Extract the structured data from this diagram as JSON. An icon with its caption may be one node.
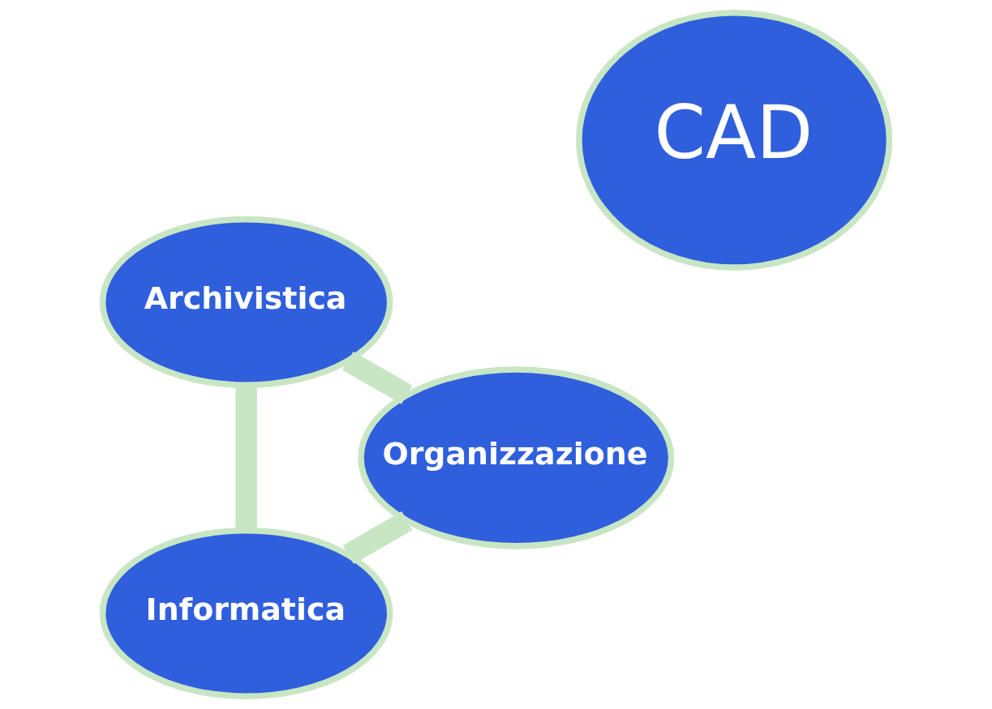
{
  "diagram": {
    "nodes": [
      {
        "text": [
          "Informatica"
        ]
      },
      {
        "text": [
          "Organizzazione"
        ]
      },
      {
        "text": [
          "CAD"
        ]
      },
      {
        "text": [
          "Archivistica"
        ]
      }
    ],
    "edges": [
      {
        "from": 1,
        "to": 0,
        "arrow": "none"
      },
      {
        "from": 0,
        "to": 3,
        "arrow": "none"
      },
      {
        "from": 3,
        "to": 1,
        "arrow": "none"
      }
    ]
  }
}
